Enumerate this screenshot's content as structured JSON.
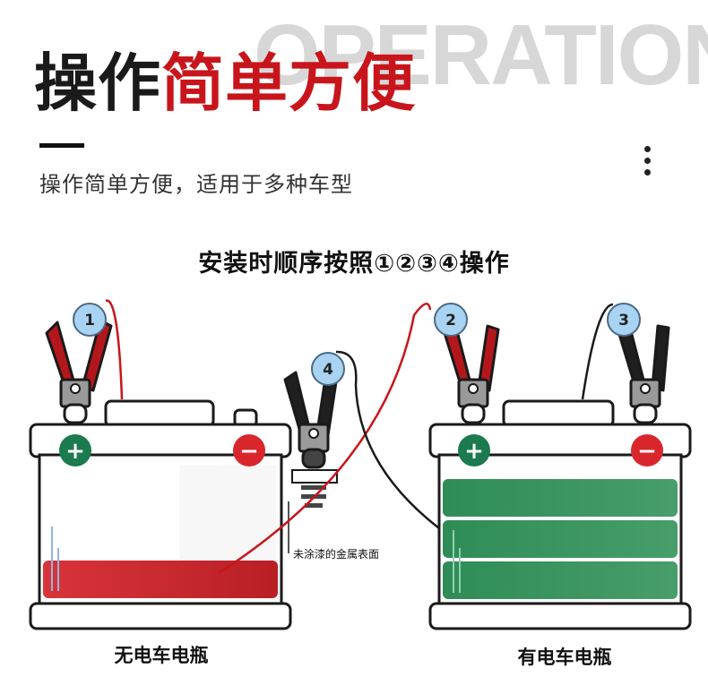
{
  "header": {
    "watermark": "OPERATION",
    "headline_black": "操作",
    "headline_red": "简单方便",
    "subtitle": "操作简单方便，适用于多种车型"
  },
  "section": {
    "title": "安装时顺序按照①②③④操作"
  },
  "steps": [
    "1",
    "2",
    "3",
    "4"
  ],
  "batteries": {
    "left": {
      "caption": "无电车电瓶",
      "positive": "+",
      "negative": "−"
    },
    "right": {
      "caption": "有电车电瓶",
      "positive": "+",
      "negative": "−"
    }
  },
  "ground_note": "未涂漆的金属表面",
  "colors": {
    "accent_red": "#c8151b",
    "positive_green": "#1b7a4e",
    "negative_red": "#d9262c",
    "badge_blue": "#a9d3f2",
    "charge_red": "#c52a2e",
    "charge_green": "#3e9a63"
  }
}
